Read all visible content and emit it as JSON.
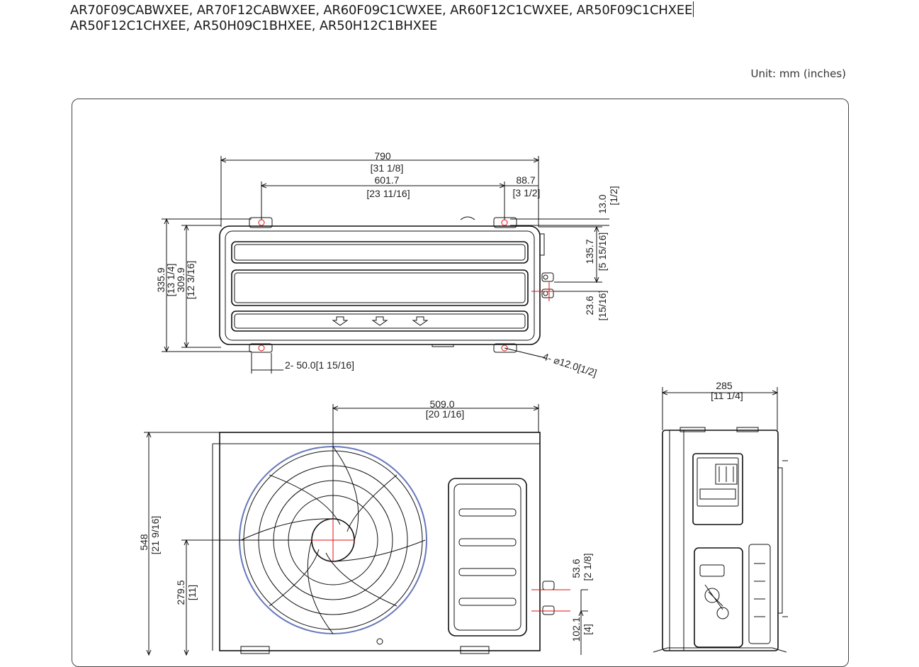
{
  "models": {
    "line1": "AR70F09CABWXEE, AR70F12CABWXEE, AR60F09C1CWXEE, AR60F12C1CWXEE, AR50F09C1CHXEE",
    "line2": "AR50F12C1CHXEE,  AR50H09C1BHXEE,  AR50H12C1BHXEE"
  },
  "unit_label": "Unit: mm (inches)",
  "top_view": {
    "width_mm": "790",
    "width_in": "[31 1/8]",
    "pitch_mm": "601.7",
    "pitch_in": "[23 11/16]",
    "offset_mm": "88.7",
    "offset_in": "[3 1/2]",
    "top_gap_mm": "13.0",
    "top_gap_in": "[1/2]",
    "depth_mm": "335.9",
    "depth_in": "[13 1/4]",
    "inner_depth_mm": "309.9",
    "inner_depth_in": "[12 3/16]",
    "valve_pos_mm": "135.7",
    "valve_pos_in": "[5 15/16]",
    "valve_gap_mm": "23.6",
    "valve_gap_in": "[15/16]",
    "slot_label": "2- 50.0[1 15/16]",
    "hole_label": "4- ⌀12.0[1/2]"
  },
  "front_view": {
    "fan_offset_mm": "509.0",
    "fan_offset_in": "[20 1/16]",
    "height_mm": "548",
    "height_in": "[21 9/16]",
    "fan_center_mm": "279.5",
    "fan_center_in": "[11]",
    "valve_pitch_mm": "53.6",
    "valve_pitch_in": "[2 1/8]",
    "valve_low_mm": "102.1",
    "valve_low_in": "[4]"
  },
  "side_view": {
    "depth_mm": "285",
    "depth_in": "[11 1/4]"
  }
}
